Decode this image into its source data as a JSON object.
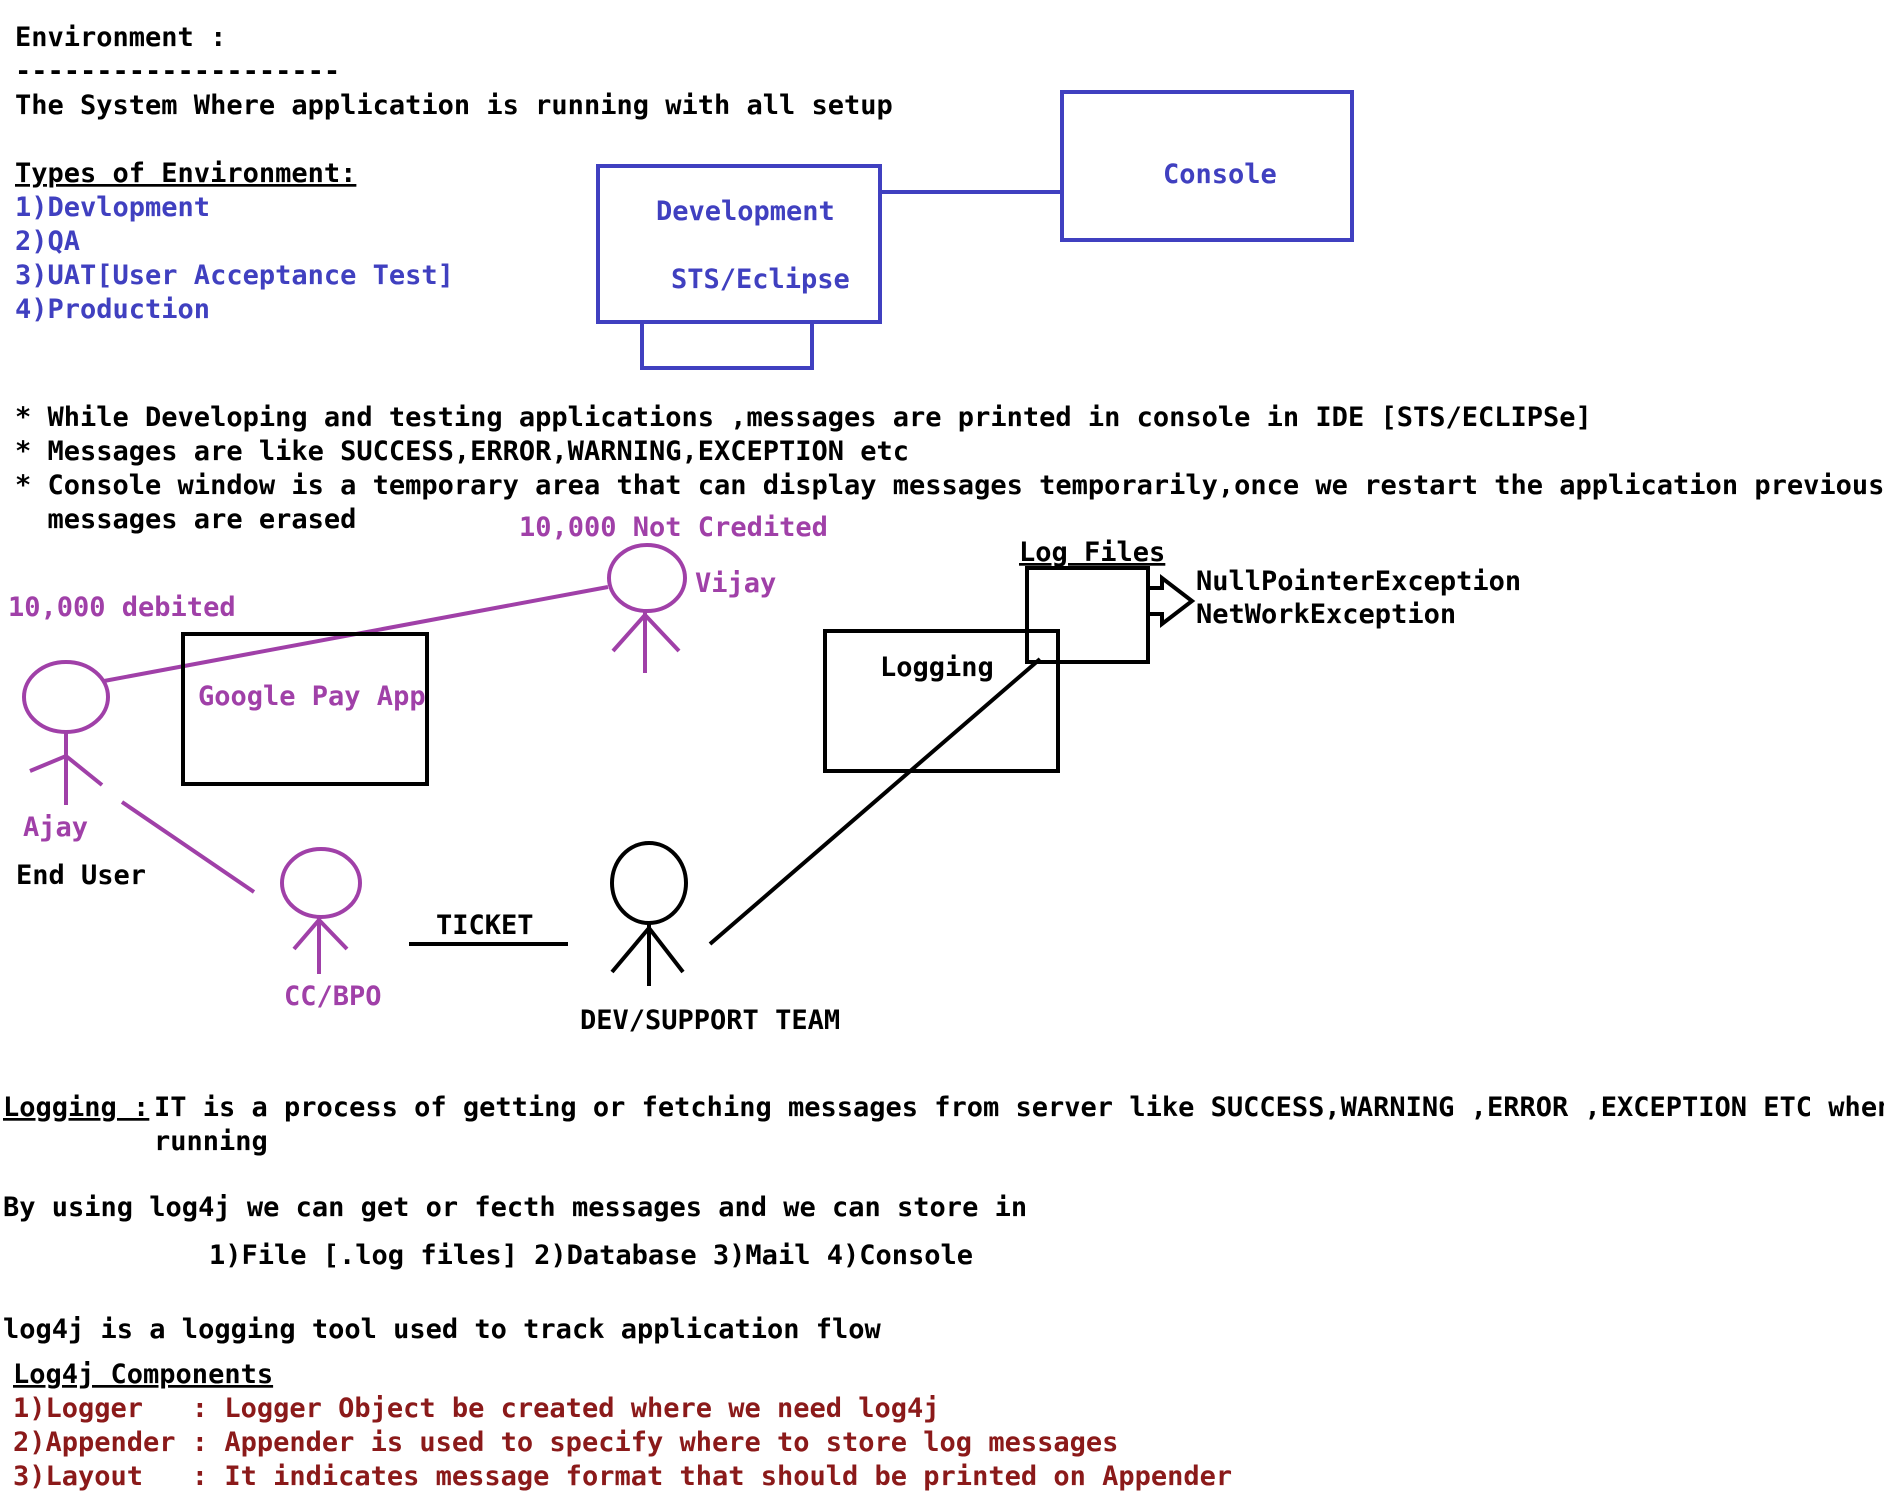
{
  "colors": {
    "black": "#000000",
    "blue": "#4040C0",
    "purple": "#A040A8",
    "red": "#8B1A1A"
  },
  "environment": {
    "heading": "Environment :",
    "divider": "--------------------",
    "definition": "The System Where application is running with all setup",
    "types_heading": "Types of Environment:",
    "types": [
      "1)Devlopment",
      "2)QA",
      "3)UAT[User Acceptance Test]",
      "4)Production"
    ]
  },
  "dev_diagram": {
    "dev_box_line1": "Development",
    "dev_box_line2": "STS/Eclipse",
    "console_box": "Console"
  },
  "notes": [
    "* While Developing and testing applications ,messages are printed in console in IDE [STS/ECLIPSe]",
    "* Messages are like SUCCESS,ERROR,WARNING,EXCEPTION etc",
    "* Console window is a temporary area that can display messages temporarily,once we restart the application previous",
    "  messages are erased"
  ],
  "scenario": {
    "not_credited": "10,000 Not Credited",
    "vijay": "Vijay",
    "debited": "10,000 debited",
    "google_pay": "Google Pay App",
    "ajay": "Ajay",
    "end_user": "End User",
    "cc_bpo": "CC/BPO",
    "ticket": "TICKET",
    "dev_support": "DEV/SUPPORT TEAM",
    "logging_box": "Logging",
    "log_files": "Log Files",
    "exceptions": [
      "NullPointerException",
      "NetWorkException"
    ]
  },
  "logging_definition": {
    "term": "Logging :",
    "text_line1": "IT is a process of getting or fetching messages from server like SUCCESS,WARNING ,ERROR ,EXCEPTION ETC when it is",
    "text_line2": "running"
  },
  "log4j": {
    "store_intro": "By using log4j we can get or fecth messages and we can store in",
    "store_options": "1)File [.log files] 2)Database 3)Mail 4)Console",
    "tool_definition": "log4j is a logging tool used to track application flow",
    "components_heading": "Log4j Components",
    "components": [
      "1)Logger   : Logger Object be created where we need log4j",
      "2)Appender : Appender is used to specify where to store log messages",
      "3)Layout   : It indicates message format that should be printed on Appender"
    ]
  }
}
